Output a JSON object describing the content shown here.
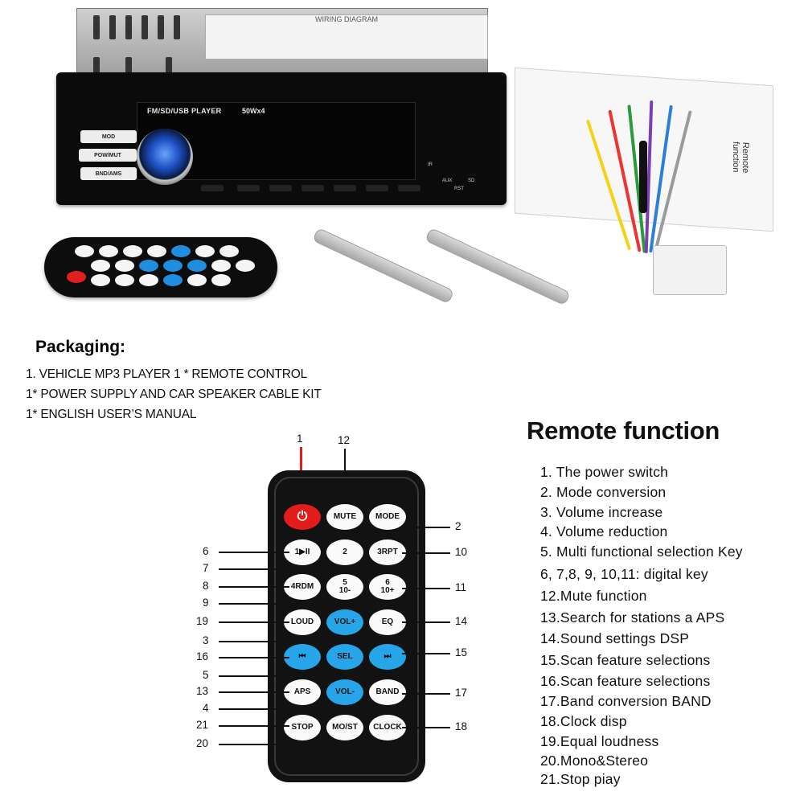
{
  "head_unit": {
    "sticker_text": "WIRING DIAGRAM",
    "display_label": "FM/SD/USB  PLAYER",
    "display_watts": "50Wx4",
    "buttons": [
      "MOD",
      "POW/MUT",
      "BND/AMS"
    ],
    "port_labels": [
      "IR",
      "AUX",
      "RST",
      "SD"
    ]
  },
  "manual": {
    "title": "Remote function"
  },
  "packaging": {
    "title": "Packaging:",
    "lines": [
      "1. VEHICLE MP3 PLAYER  1 * REMOTE CONTROL",
      "1* POWER SUPPLY AND CAR SPEAKER CABLE KIT",
      "1* ENGLISH USER’S MANUAL"
    ]
  },
  "remote": {
    "keys": [
      [
        "⏻",
        "MUTE",
        "MODE"
      ],
      [
        "1▶II",
        "2",
        "3RPT"
      ],
      [
        "4RDM",
        "5\n10-",
        "6\n10+"
      ],
      [
        "LOUD",
        "VOL+",
        "EQ"
      ],
      [
        "⏮",
        "SEL",
        "⏭"
      ],
      [
        "APS",
        "VOL-",
        "BAND"
      ],
      [
        "STOP",
        "MO/ST",
        "CLOCK"
      ]
    ],
    "left_callouts": [
      "6",
      "7",
      "8",
      "9",
      "19",
      "3",
      "16",
      "5",
      "13",
      "4",
      "21",
      "20"
    ],
    "right_callouts": [
      "2",
      "10",
      "11",
      "14",
      "15",
      "17",
      "18"
    ],
    "top_callouts": [
      "1",
      "12"
    ]
  },
  "remote_function": {
    "title": "Remote function",
    "items": [
      "1. The power switch",
      "2. Mode conversion",
      "3. Volume increase",
      "4. Volume reduction",
      "5. Multi functional selection Key",
      "6, 7,8, 9, 10,11: digital key",
      "12.Mute function",
      "13.Search for stations a APS",
      "14.Sound settings DSP",
      "15.Scan feature selections",
      "16.Scan feature selections",
      "17.Band conversion BAND",
      "18.Clock disp",
      "19.Equal loudness",
      "20.Mono&Stereo",
      "21.Stop piay"
    ]
  },
  "colors": {
    "key_blue": "#26a6e9",
    "power_red": "#e31b1b",
    "remote_body": "#121212"
  }
}
